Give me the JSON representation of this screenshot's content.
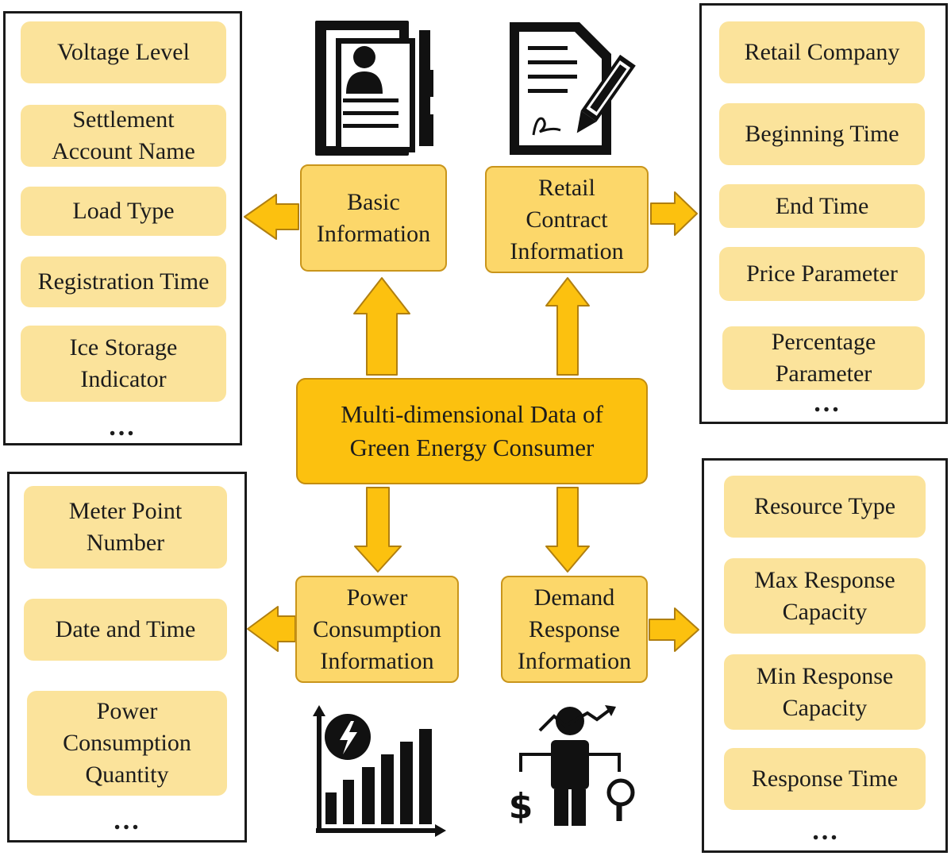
{
  "center": {
    "label": "Multi-dimensional Data of\nGreen Energy Consumer"
  },
  "categories": {
    "basic": "Basic\nInformation",
    "retail": "Retail\nContract\nInformation",
    "power": "Power\nConsumption\nInformation",
    "demand": "Demand\nResponse\nInformation"
  },
  "panels": {
    "basic": {
      "items": [
        "Voltage Level",
        "Settlement\nAccount Name",
        "Load Type",
        "Registration Time",
        "Ice Storage\nIndicator"
      ],
      "ellipsis": "…"
    },
    "retail": {
      "items": [
        "Retail Company",
        "Beginning Time",
        "End Time",
        "Price Parameter",
        "Percentage\nParameter"
      ],
      "ellipsis": "…"
    },
    "power": {
      "items": [
        "Meter Point\nNumber",
        "Date and Time",
        "Power\nConsumption\nQuantity"
      ],
      "ellipsis": "…"
    },
    "demand": {
      "items": [
        "Resource Type",
        "Max Response\nCapacity",
        "Min Response\nCapacity",
        "Response Time"
      ],
      "ellipsis": "…"
    }
  },
  "icons": [
    "id-card-icon",
    "contract-pen-icon",
    "energy-bar-chart-icon",
    "person-dollar-magnifier-icon"
  ],
  "colors": {
    "center_fill": "#fcc10f",
    "category_fill": "#fcd76a",
    "item_fill": "#fbe39b",
    "arrow_fill": "#fcc10f",
    "border": "#1a1a1a"
  }
}
